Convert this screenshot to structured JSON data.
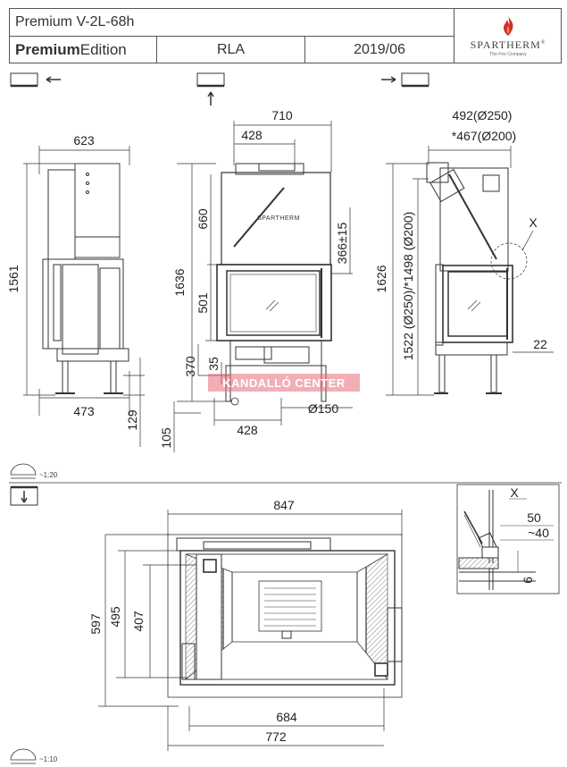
{
  "header": {
    "title": "Premium V-2L-68h",
    "edition_bold": "Premium",
    "edition_rest": "Edition",
    "variant": "RLA",
    "date": "2019/06"
  },
  "logo": {
    "name": "SPARTHERM",
    "registered": "®",
    "tagline": "The Fire Company"
  },
  "watermark": "KANDALLÓ CENTER",
  "scales": {
    "top": "~1:20",
    "bottom": "~1:10"
  },
  "dims": {
    "side_left_width": "623",
    "side_left_height": "1561",
    "side_left_base": "473",
    "side_left_129": "129",
    "front_total_width": "710",
    "front_width_428": "428",
    "front_height": "1636",
    "front_660": "660",
    "front_501": "501",
    "front_370": "370",
    "front_35": "35",
    "front_366": "366±15",
    "front_105": "105",
    "front_bottom_428": "428",
    "front_d150": "Ø150",
    "right_top_1": "492(Ø250)",
    "right_top_2": "*467(Ø200)",
    "right_1626": "1626",
    "right_1522": "1522 (Ø250)/*1498 (Ø200)",
    "right_x": "X",
    "right_22": "22",
    "plan_847": "847",
    "plan_597": "597",
    "plan_495": "495",
    "plan_407": "407",
    "plan_684": "684",
    "plan_772": "772",
    "detail_x": "X",
    "detail_50": "50",
    "detail_40": "~40",
    "detail_6": "6"
  },
  "front_logo": "SPARTHERM"
}
